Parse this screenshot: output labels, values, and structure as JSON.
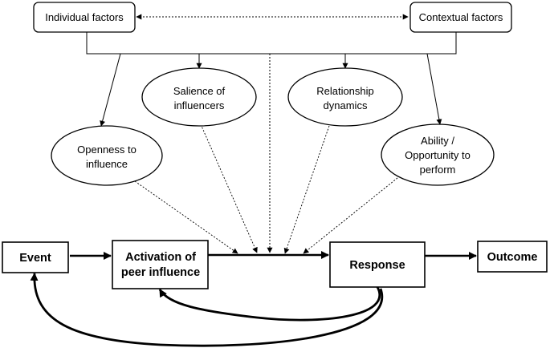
{
  "diagram": {
    "top_factors": {
      "individual": "Individual factors",
      "contextual": "Contextual factors"
    },
    "moderators": {
      "salience": [
        "Salience of",
        "influencers"
      ],
      "relationship": [
        "Relationship",
        "dynamics"
      ],
      "openness": [
        "Openness to",
        "influence"
      ],
      "ability": [
        "Ability /",
        "Opportunity to",
        "perform"
      ]
    },
    "flow": {
      "event": "Event",
      "activation": [
        "Activation of",
        "peer influence"
      ],
      "response": "Response",
      "outcome": "Outcome"
    }
  }
}
